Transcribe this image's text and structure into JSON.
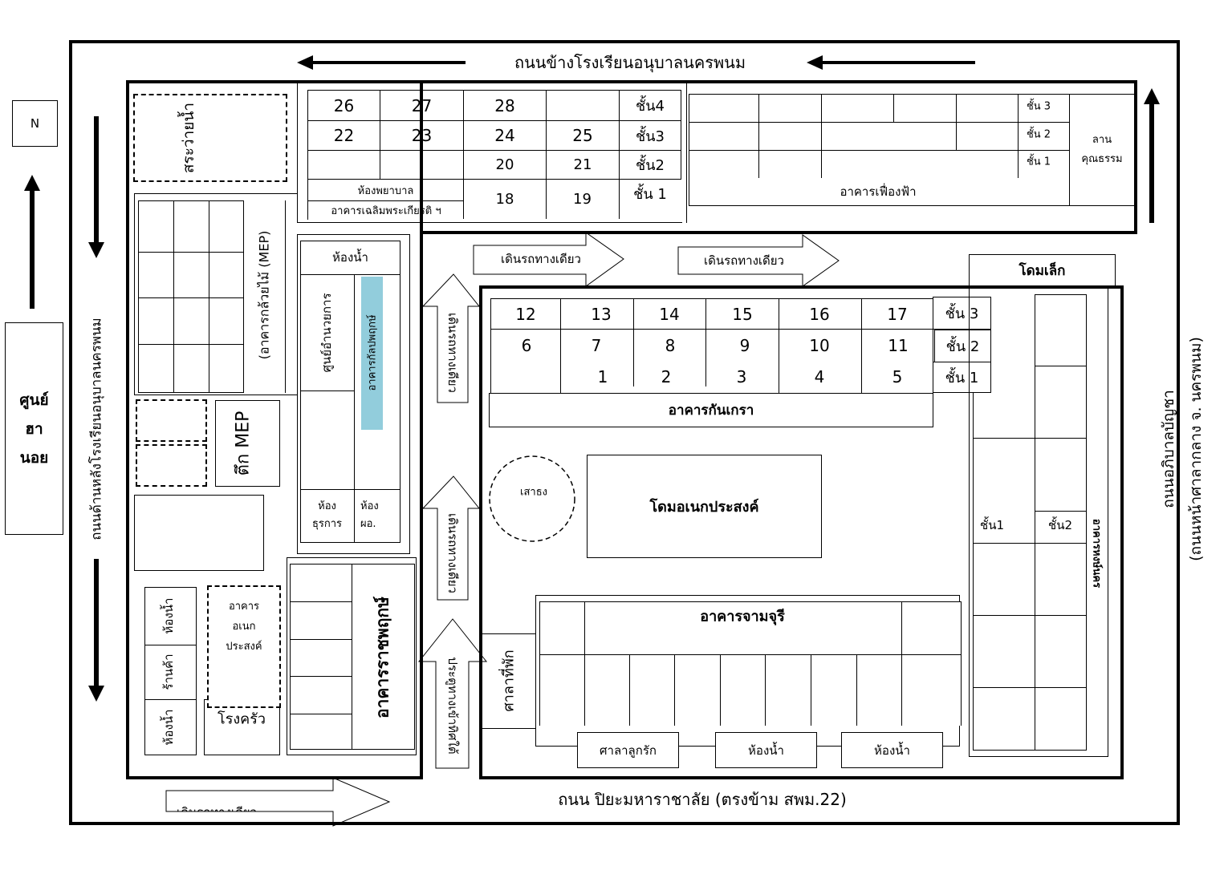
{
  "compass": {
    "north": "N"
  },
  "roads": {
    "top": "ถนนข้างโรงเรียนอนุบาลนครพนม",
    "left": "ถนนด้านหลังโรงเรียนอนุบาลนครพนม",
    "right": "ถนนอภิบาลบัญชา",
    "right_sub": "(ถนนหน้าศาลากลาง จ. นครพนม)",
    "bottom": "ถนน ปิยะมหาราชาลัย  (ตรงข้าม สพม.22)"
  },
  "outside": {
    "hanoi_center": [
      "ศูนย์",
      "ฮา",
      "นอย"
    ]
  },
  "traffic": {
    "one_way": "เดินรถทางเดียว",
    "south_gate": "ประตูทางเข้าทิศใต้"
  },
  "buildings": {
    "pool": "สระว่ายน้ำ",
    "chaloem": {
      "name": "อาคารเฉลิมพระเกียรติ ฯ",
      "nurse": "ห้องพยาบาล",
      "floors": [
        "ชั้น4",
        "ชั้น3",
        "ชั้น2",
        "ชั้น 1"
      ],
      "rooms": {
        "f4": [
          "26",
          "27",
          "28"
        ],
        "f3": [
          "22",
          "23",
          "24",
          "25"
        ],
        "f2": [
          "20",
          "21"
        ],
        "f1": [
          "18",
          "19"
        ]
      }
    },
    "fueangfa": {
      "name": "อาคารเฟื่องฟ้า",
      "floors": [
        "ชั้น 3",
        "ชั้น 2",
        "ชั้น 1"
      ]
    },
    "lan_khunnatham": [
      "ลาน",
      "คุณธรรม"
    ],
    "kluaymai": "(อาคารกล้วยไม้ (MEP)",
    "mep": "ตึก MEP",
    "kanlapaphruek": {
      "name": "อาคารกัลปพฤกษ์",
      "restroom": "ห้องน้ำ",
      "admin_center": "ศูนย์อำนวยการ",
      "office": [
        "ห้อง",
        "ธุรการ"
      ],
      "director": [
        "ห้อง",
        "ผอ."
      ]
    },
    "restroom": "ห้องน้ำ",
    "shop": "ร้านค้า",
    "multipurpose_small": [
      "อาคาร",
      "อเนก",
      "ประสงค์"
    ],
    "kitchen": "โรงครัว",
    "ratchaphruek": "อาคารราชพฤกษ์",
    "kankrao": {
      "name": "อาคารกันเกรา",
      "floors": [
        "ชั้น 3",
        "ชั้น 2",
        "ชั้น 1"
      ],
      "rooms": {
        "f3": [
          "12",
          "13",
          "14",
          "15",
          "16",
          "17"
        ],
        "f2": [
          "6",
          "7",
          "8",
          "9",
          "10",
          "11"
        ],
        "f1": [
          "1",
          "2",
          "3",
          "4",
          "5"
        ]
      }
    },
    "small_dome": "โดมเล็ก",
    "flagpole": "เสาธง",
    "multipurpose_dome": "โดมอเนกประสงค์",
    "hongnakhon": {
      "name": "อาคารหงษ์นคร",
      "floors": [
        "ชั้น1",
        "ชั้น2"
      ]
    },
    "chamchuri": "อาคารจามจุรี",
    "rest_pavilion": "ศาลาที่พัก",
    "sala_lukrak": "ศาลาลูกรัก"
  },
  "colors": {
    "highlight": "#92cddc"
  }
}
